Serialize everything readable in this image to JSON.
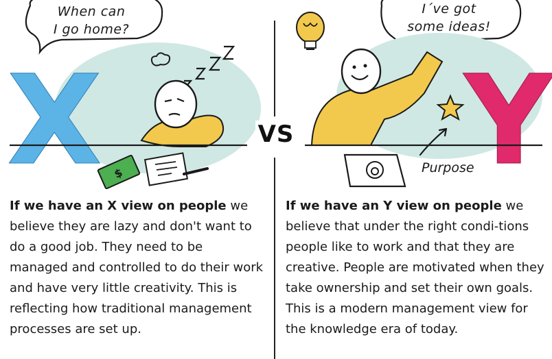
{
  "left": {
    "bubble_line1": "When can",
    "bubble_line2": "I go home?",
    "big_letter": "X",
    "heading": "If we have an X view on people",
    "body": " we believe they are lazy and don't want  to do a good job. They need to be managed and controlled to do their work and have very little creativity. This is reflecting how traditional management processes are set up."
  },
  "center": {
    "vs_label": "VS"
  },
  "right": {
    "bubble_line1": "I´ve got",
    "bubble_line2": "some ideas!",
    "big_letter": "Y",
    "purpose_label": "Purpose",
    "heading": "If we have an Y view on people",
    "body": " we believe that under the right condi-tions people like to work and that they are creative. People are motivated when they take ownership and set their own goals. This is a modern management view for the knowledge era of today."
  },
  "colors": {
    "x_blue": "#5cb3e6",
    "y_magenta": "#e02a6b",
    "mint": "#cfe8e4",
    "yellow": "#f2c94c",
    "green_money": "#4caf50"
  }
}
